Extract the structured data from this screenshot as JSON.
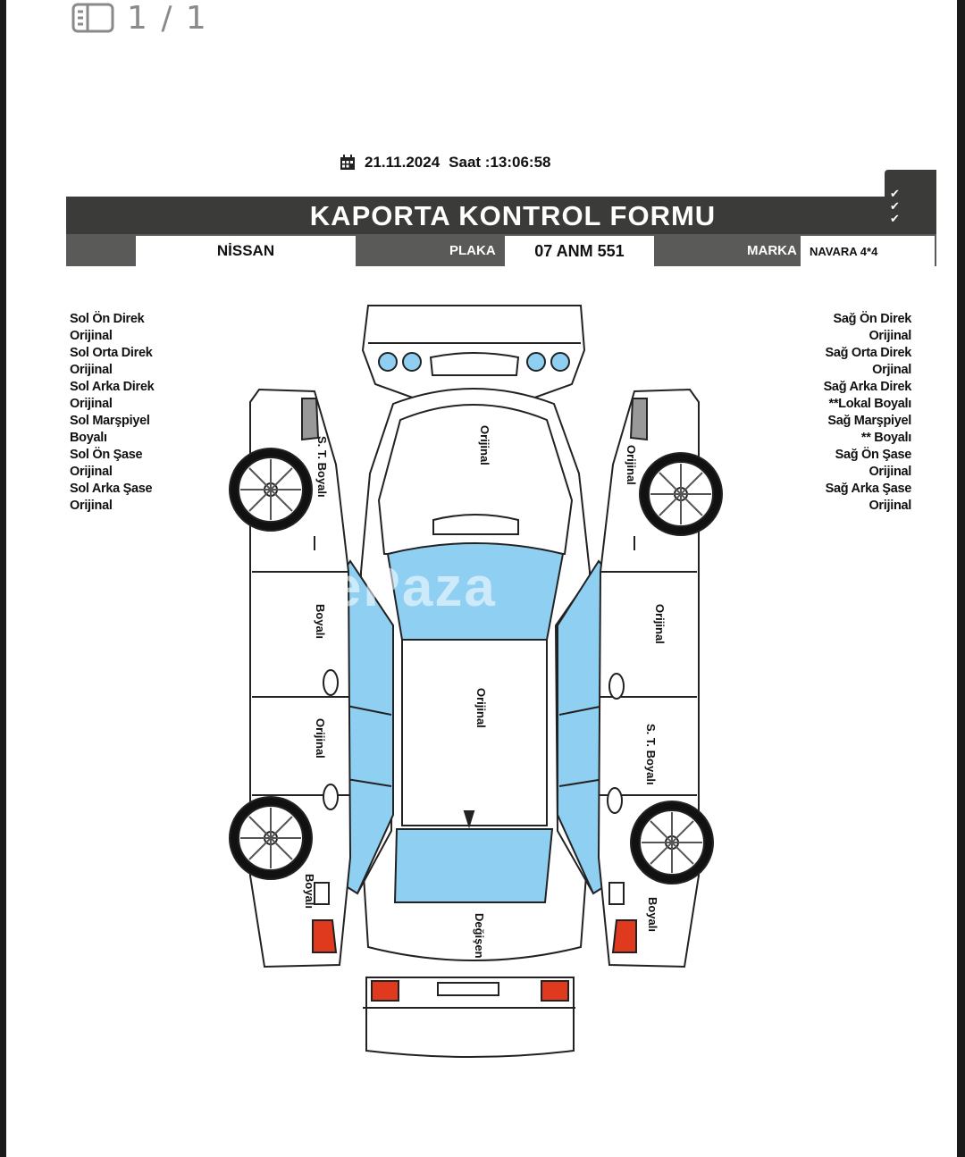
{
  "viewer": {
    "page_counter": "1 / 1",
    "sidebar_icon": "sidebar-toggle-icon"
  },
  "form": {
    "date": "21.11.2024",
    "time_label": "Saat :13:06:58",
    "title": "KAPORTA KONTROL FORMU",
    "brand_value": "NİSSAN",
    "plate_label": "PLAKA",
    "plate_value": "07 ANM 551",
    "model_label": "MARKA",
    "model_value": "NAVARA 4*4",
    "checks": [
      "✔",
      "✔",
      "✔"
    ]
  },
  "left_list": [
    "Sol Ön Direk",
    "Orijinal",
    "Sol Orta Direk",
    "Orijinal",
    "Sol Arka Direk",
    "Orijinal",
    "Sol Marşpiyel",
    "Boyalı",
    "Sol Ön Şase",
    "Orijinal",
    "Sol Arka Şase",
    "Orijinal"
  ],
  "right_list": [
    "Sağ Ön Direk",
    "Orijinal",
    "Sağ Orta Direk",
    "Orjinal",
    "Sağ Arka Direk",
    "**Lokal Boyalı",
    "Sağ Marşpiyel",
    "** Boyalı",
    "Sağ Ön Şase",
    "Orijinal",
    "Sağ Arka Şase",
    "Orijinal"
  ],
  "diagram_labels": {
    "hood": "Orijinal",
    "roof": "Orijinal",
    "trunk": "Değişen",
    "left_front_fender": "S. T. Boyalı",
    "left_front_door": "Boyalı",
    "left_rear_door": "Orijinal",
    "left_rear_fender": "Boyalı",
    "right_front_fender": "Orijinal",
    "right_front_door": "Orijinal",
    "right_rear_door": "S. T. Boyalı",
    "right_rear_fender": "Boyalı"
  },
  "watermark": "ePaza",
  "colors": {
    "band": "#3b3b39",
    "glass": "#8fd0f2",
    "light_red": "#e03a1e"
  }
}
